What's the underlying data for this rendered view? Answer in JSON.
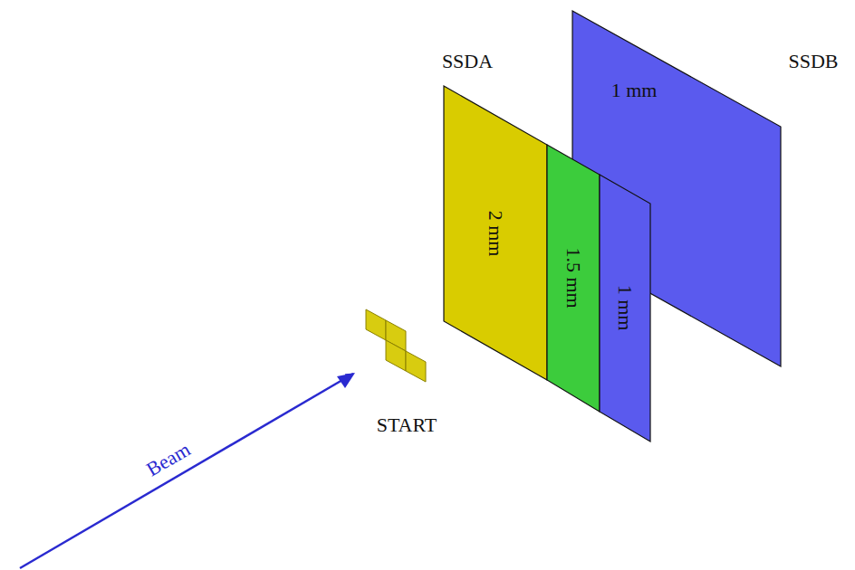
{
  "diagram": {
    "nodes": [
      {
        "text": [
          "2 mm"
        ]
      },
      {
        "text": [
          "1.5 mm"
        ]
      },
      {
        "text": [
          "1 mm"
        ]
      },
      {
        "text": [
          "1 mm"
        ]
      }
    ],
    "labels": [
      "SSDA",
      "SSDB",
      "START",
      "Beam"
    ]
  }
}
